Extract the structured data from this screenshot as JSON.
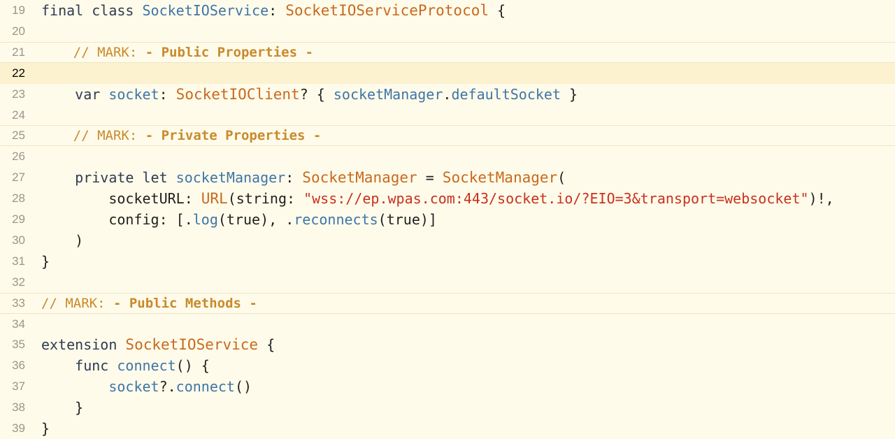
{
  "colors": {
    "background": "#fffbea",
    "current_line": "#fdf2cf",
    "keyword": "#2f3a54",
    "type": "#c76a1e",
    "property": "#3e75a8",
    "string": "#c9301e",
    "comment": "#c88a2d",
    "line_number": "#9a958a"
  },
  "editor": {
    "current_line_number": "22",
    "lines": [
      {
        "num": "19",
        "kind": "normal",
        "tokens": [
          {
            "t": "final class ",
            "c": "kw"
          },
          {
            "t": "SocketIOService",
            "c": "prop"
          },
          {
            "t": ": ",
            "c": "plain"
          },
          {
            "t": "SocketIOServiceProtocol",
            "c": "type"
          },
          {
            "t": " {",
            "c": "plain"
          }
        ]
      },
      {
        "num": "20",
        "kind": "normal",
        "tokens": []
      },
      {
        "num": "21",
        "kind": "mark",
        "tokens": [
          {
            "t": "    // MARK: ",
            "c": "cmt"
          },
          {
            "t": "- Public Properties -",
            "c": "cmtb"
          }
        ]
      },
      {
        "num": "22",
        "kind": "active",
        "tokens": []
      },
      {
        "num": "23",
        "kind": "normal",
        "tokens": [
          {
            "t": "    var ",
            "c": "kw"
          },
          {
            "t": "socket",
            "c": "prop"
          },
          {
            "t": ": ",
            "c": "plain"
          },
          {
            "t": "SocketIOClient",
            "c": "type"
          },
          {
            "t": "? { ",
            "c": "plain"
          },
          {
            "t": "socketManager",
            "c": "prop"
          },
          {
            "t": ".",
            "c": "plain"
          },
          {
            "t": "defaultSocket",
            "c": "prop"
          },
          {
            "t": " }",
            "c": "plain"
          }
        ]
      },
      {
        "num": "24",
        "kind": "normal",
        "tokens": []
      },
      {
        "num": "25",
        "kind": "mark",
        "tokens": [
          {
            "t": "    // MARK: ",
            "c": "cmt"
          },
          {
            "t": "- Private Properties -",
            "c": "cmtb"
          }
        ]
      },
      {
        "num": "26",
        "kind": "normal",
        "tokens": []
      },
      {
        "num": "27",
        "kind": "normal",
        "tokens": [
          {
            "t": "    private let ",
            "c": "kw"
          },
          {
            "t": "socketManager",
            "c": "prop"
          },
          {
            "t": ": ",
            "c": "plain"
          },
          {
            "t": "SocketManager",
            "c": "type"
          },
          {
            "t": " = ",
            "c": "plain"
          },
          {
            "t": "SocketManager",
            "c": "type"
          },
          {
            "t": "(",
            "c": "plain"
          }
        ]
      },
      {
        "num": "28",
        "kind": "normal",
        "tokens": [
          {
            "t": "        socketURL: ",
            "c": "plain"
          },
          {
            "t": "URL",
            "c": "type"
          },
          {
            "t": "(string: ",
            "c": "plain"
          },
          {
            "t": "\"wss://ep.wpas.com:443/socket.io/?EIO=3&transport=websocket\"",
            "c": "str"
          },
          {
            "t": ")!,",
            "c": "plain"
          }
        ]
      },
      {
        "num": "29",
        "kind": "normal",
        "tokens": [
          {
            "t": "        config: [.",
            "c": "plain"
          },
          {
            "t": "log",
            "c": "prop"
          },
          {
            "t": "(true), .",
            "c": "plain"
          },
          {
            "t": "reconnects",
            "c": "prop"
          },
          {
            "t": "(true)]",
            "c": "plain"
          }
        ]
      },
      {
        "num": "30",
        "kind": "normal",
        "tokens": [
          {
            "t": "    )",
            "c": "plain"
          }
        ]
      },
      {
        "num": "31",
        "kind": "normal",
        "tokens": [
          {
            "t": "}",
            "c": "plain"
          }
        ]
      },
      {
        "num": "32",
        "kind": "normal",
        "tokens": []
      },
      {
        "num": "33",
        "kind": "mark",
        "tokens": [
          {
            "t": "// MARK: ",
            "c": "cmt"
          },
          {
            "t": "- Public Methods -",
            "c": "cmtb"
          }
        ]
      },
      {
        "num": "34",
        "kind": "normal",
        "tokens": []
      },
      {
        "num": "35",
        "kind": "normal",
        "tokens": [
          {
            "t": "extension ",
            "c": "kw"
          },
          {
            "t": "SocketIOService",
            "c": "type"
          },
          {
            "t": " {",
            "c": "plain"
          }
        ]
      },
      {
        "num": "36",
        "kind": "normal",
        "tokens": [
          {
            "t": "    func ",
            "c": "kw"
          },
          {
            "t": "connect",
            "c": "prop"
          },
          {
            "t": "() {",
            "c": "plain"
          }
        ]
      },
      {
        "num": "37",
        "kind": "normal",
        "tokens": [
          {
            "t": "        ",
            "c": "plain"
          },
          {
            "t": "socket",
            "c": "prop"
          },
          {
            "t": "?.",
            "c": "plain"
          },
          {
            "t": "connect",
            "c": "prop"
          },
          {
            "t": "()",
            "c": "plain"
          }
        ]
      },
      {
        "num": "38",
        "kind": "normal",
        "tokens": [
          {
            "t": "    }",
            "c": "plain"
          }
        ]
      },
      {
        "num": "39",
        "kind": "normal",
        "tokens": [
          {
            "t": "}",
            "c": "plain"
          }
        ]
      }
    ]
  }
}
